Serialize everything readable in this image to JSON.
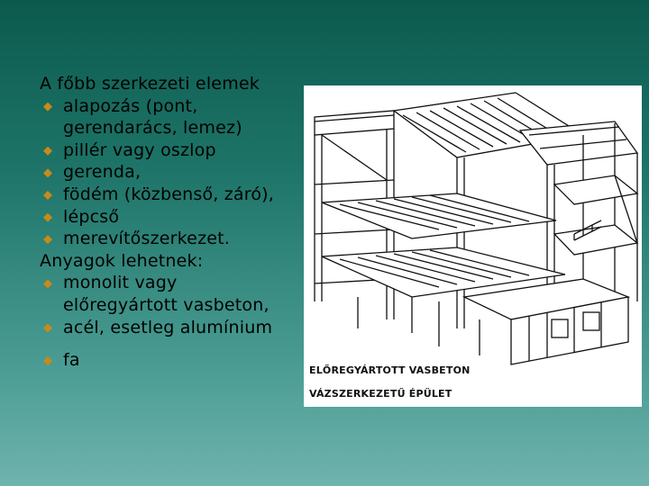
{
  "slide": {
    "heading1": "A főbb szerkezeti elemek",
    "items1": [
      {
        "line1": "alapozás (pont,",
        "line2": "gerendarács, lemez)"
      },
      {
        "line1": "pillér vagy oszlop"
      },
      {
        "line1": "gerenda,"
      },
      {
        "line1": "födém (közbenső, záró),"
      },
      {
        "line1": "lépcső"
      },
      {
        "line1": "merevítőszerkezet."
      }
    ],
    "heading2": "Anyagok lehetnek:",
    "items2": [
      {
        "line1": "monolit vagy",
        "line2": "előregyártott vasbeton,"
      },
      {
        "line1": "acél, esetleg alumínium"
      },
      {
        "line1": "fa"
      }
    ],
    "bullet_color": "#c98a18"
  },
  "figure": {
    "caption1": "ELŐREGYÁRTOTT  VASBETON",
    "caption2": "VÁZSZERKEZETŰ  ÉPÜLET"
  }
}
